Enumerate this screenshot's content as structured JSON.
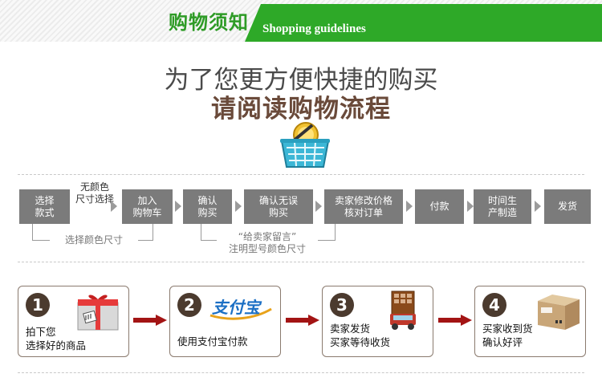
{
  "header": {
    "title": "购物须知",
    "subtitle": "Shopping guidelines"
  },
  "headline": {
    "line1": "为了您更方便快捷的购买",
    "line2": "请阅读购物流程"
  },
  "flow": {
    "steps": [
      {
        "label": "选择\n款式"
      },
      {
        "label": "加入\n购物车"
      },
      {
        "label": "确认\n购买"
      },
      {
        "label": "确认无误\n购买"
      },
      {
        "label": "卖家修改价格\n核对订单"
      },
      {
        "label": "付款"
      },
      {
        "label": "时间生\n产制造"
      },
      {
        "label": "发货"
      }
    ],
    "note_top": "无颜色\n尺寸选择",
    "note_bracket1": "选择颜色尺寸",
    "note_bracket2": "“给卖家留言”\n注明型号颜色尺寸"
  },
  "cards": [
    {
      "number": "1",
      "text": "拍下您\n选择好的商品",
      "icon": "gift-box-icon"
    },
    {
      "number": "2",
      "text": "使用支付宝付款",
      "icon": "alipay-logo-icon",
      "logo_text": "支付宝"
    },
    {
      "number": "3",
      "text": "卖家发货\n买家等待收货",
      "icon": "delivery-truck-icon"
    },
    {
      "number": "4",
      "text": "买家收到货\n确认好评",
      "icon": "cardboard-box-icon"
    }
  ],
  "colors": {
    "brand_green": "#2e9b26",
    "flow_grey": "#7b7b7b",
    "arrow_red": "#a31414",
    "badge_brown": "#4b3a2e"
  }
}
